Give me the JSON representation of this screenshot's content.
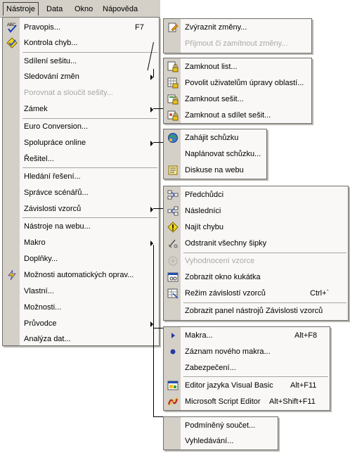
{
  "menubar": {
    "items": [
      "Nástroje",
      "Data",
      "Okno",
      "Nápověda"
    ]
  },
  "main_menu": {
    "items": [
      {
        "label": "Pravopis...",
        "shortcut": "F7",
        "icon": "spellcheck-icon"
      },
      {
        "label": "Kontrola chyb...",
        "icon": "error-check-icon"
      },
      {
        "label": "Sdílení sešitu..."
      },
      {
        "label": "Sledování změn",
        "submenu": true
      },
      {
        "label": "Porovnat a sloučit sešity...",
        "disabled": true
      },
      {
        "label": "Zámek",
        "submenu": true
      },
      {
        "label": "Euro Conversion..."
      },
      {
        "label": "Spolupráce online",
        "submenu": true
      },
      {
        "label": "Řešitel..."
      },
      {
        "label": "Hledání řešení..."
      },
      {
        "label": "Správce scénářů..."
      },
      {
        "label": "Závislosti vzorců",
        "submenu": true
      },
      {
        "label": "Nástroje na webu..."
      },
      {
        "label": "Makro",
        "submenu": true
      },
      {
        "label": "Doplňky..."
      },
      {
        "label": "Možnosti automatických oprav...",
        "icon": "autocorrect-icon"
      },
      {
        "label": "Vlastní..."
      },
      {
        "label": "Možnosti..."
      },
      {
        "label": "Průvodce",
        "submenu": true
      },
      {
        "label": "Analýza dat..."
      }
    ]
  },
  "track_changes_menu": {
    "items": [
      {
        "label": "Zvýraznit změny...",
        "icon": "highlight-changes-icon"
      },
      {
        "label": "Přijmout či zamítnout změny...",
        "disabled": true
      }
    ]
  },
  "protection_menu": {
    "items": [
      {
        "label": "Zamknout list...",
        "icon": "lock-sheet-icon"
      },
      {
        "label": "Povolit uživatelům úpravy oblastí...",
        "icon": "allow-edit-ranges-icon"
      },
      {
        "label": "Zamknout sešit...",
        "icon": "lock-workbook-icon"
      },
      {
        "label": "Zamknout a sdílet sešit...",
        "icon": "lock-share-icon"
      }
    ]
  },
  "online_menu": {
    "items": [
      {
        "label": "Zahájit schůzku",
        "icon": "meeting-icon"
      },
      {
        "label": "Naplánovat schůzku..."
      },
      {
        "label": "Diskuse na webu",
        "icon": "web-discussion-icon"
      }
    ]
  },
  "audit_menu": {
    "items": [
      {
        "label": "Předchůdci",
        "icon": "trace-precedents-icon"
      },
      {
        "label": "Následníci",
        "icon": "trace-dependents-icon"
      },
      {
        "label": "Najít chybu",
        "icon": "trace-error-icon"
      },
      {
        "label": "Odstranit všechny šipky",
        "icon": "remove-arrows-icon"
      },
      {
        "label": "Vyhodnocení vzorce",
        "icon": "evaluate-formula-icon",
        "disabled": true
      },
      {
        "label": "Zobrazit okno kukátka",
        "icon": "watch-window-icon"
      },
      {
        "label": "Režim závislostí vzorců",
        "shortcut": "Ctrl+`",
        "icon": "formula-audit-mode-icon"
      },
      {
        "label": "Zobrazit panel nástrojů Závislosti vzorců"
      }
    ]
  },
  "macro_menu": {
    "items": [
      {
        "label": "Makra...",
        "shortcut": "Alt+F8",
        "icon": "run-macro-icon"
      },
      {
        "label": "Záznam nového makra...",
        "icon": "record-macro-icon"
      },
      {
        "label": "Zabezpečení..."
      },
      {
        "label": "Editor jazyka Visual Basic",
        "shortcut": "Alt+F11",
        "icon": "vb-editor-icon"
      },
      {
        "label": "Microsoft Script Editor",
        "shortcut": "Alt+Shift+F11",
        "icon": "script-editor-icon"
      }
    ]
  },
  "wizard_menu": {
    "items": [
      {
        "label": "Podmíněný součet..."
      },
      {
        "label": "Vyhledávání..."
      }
    ]
  }
}
